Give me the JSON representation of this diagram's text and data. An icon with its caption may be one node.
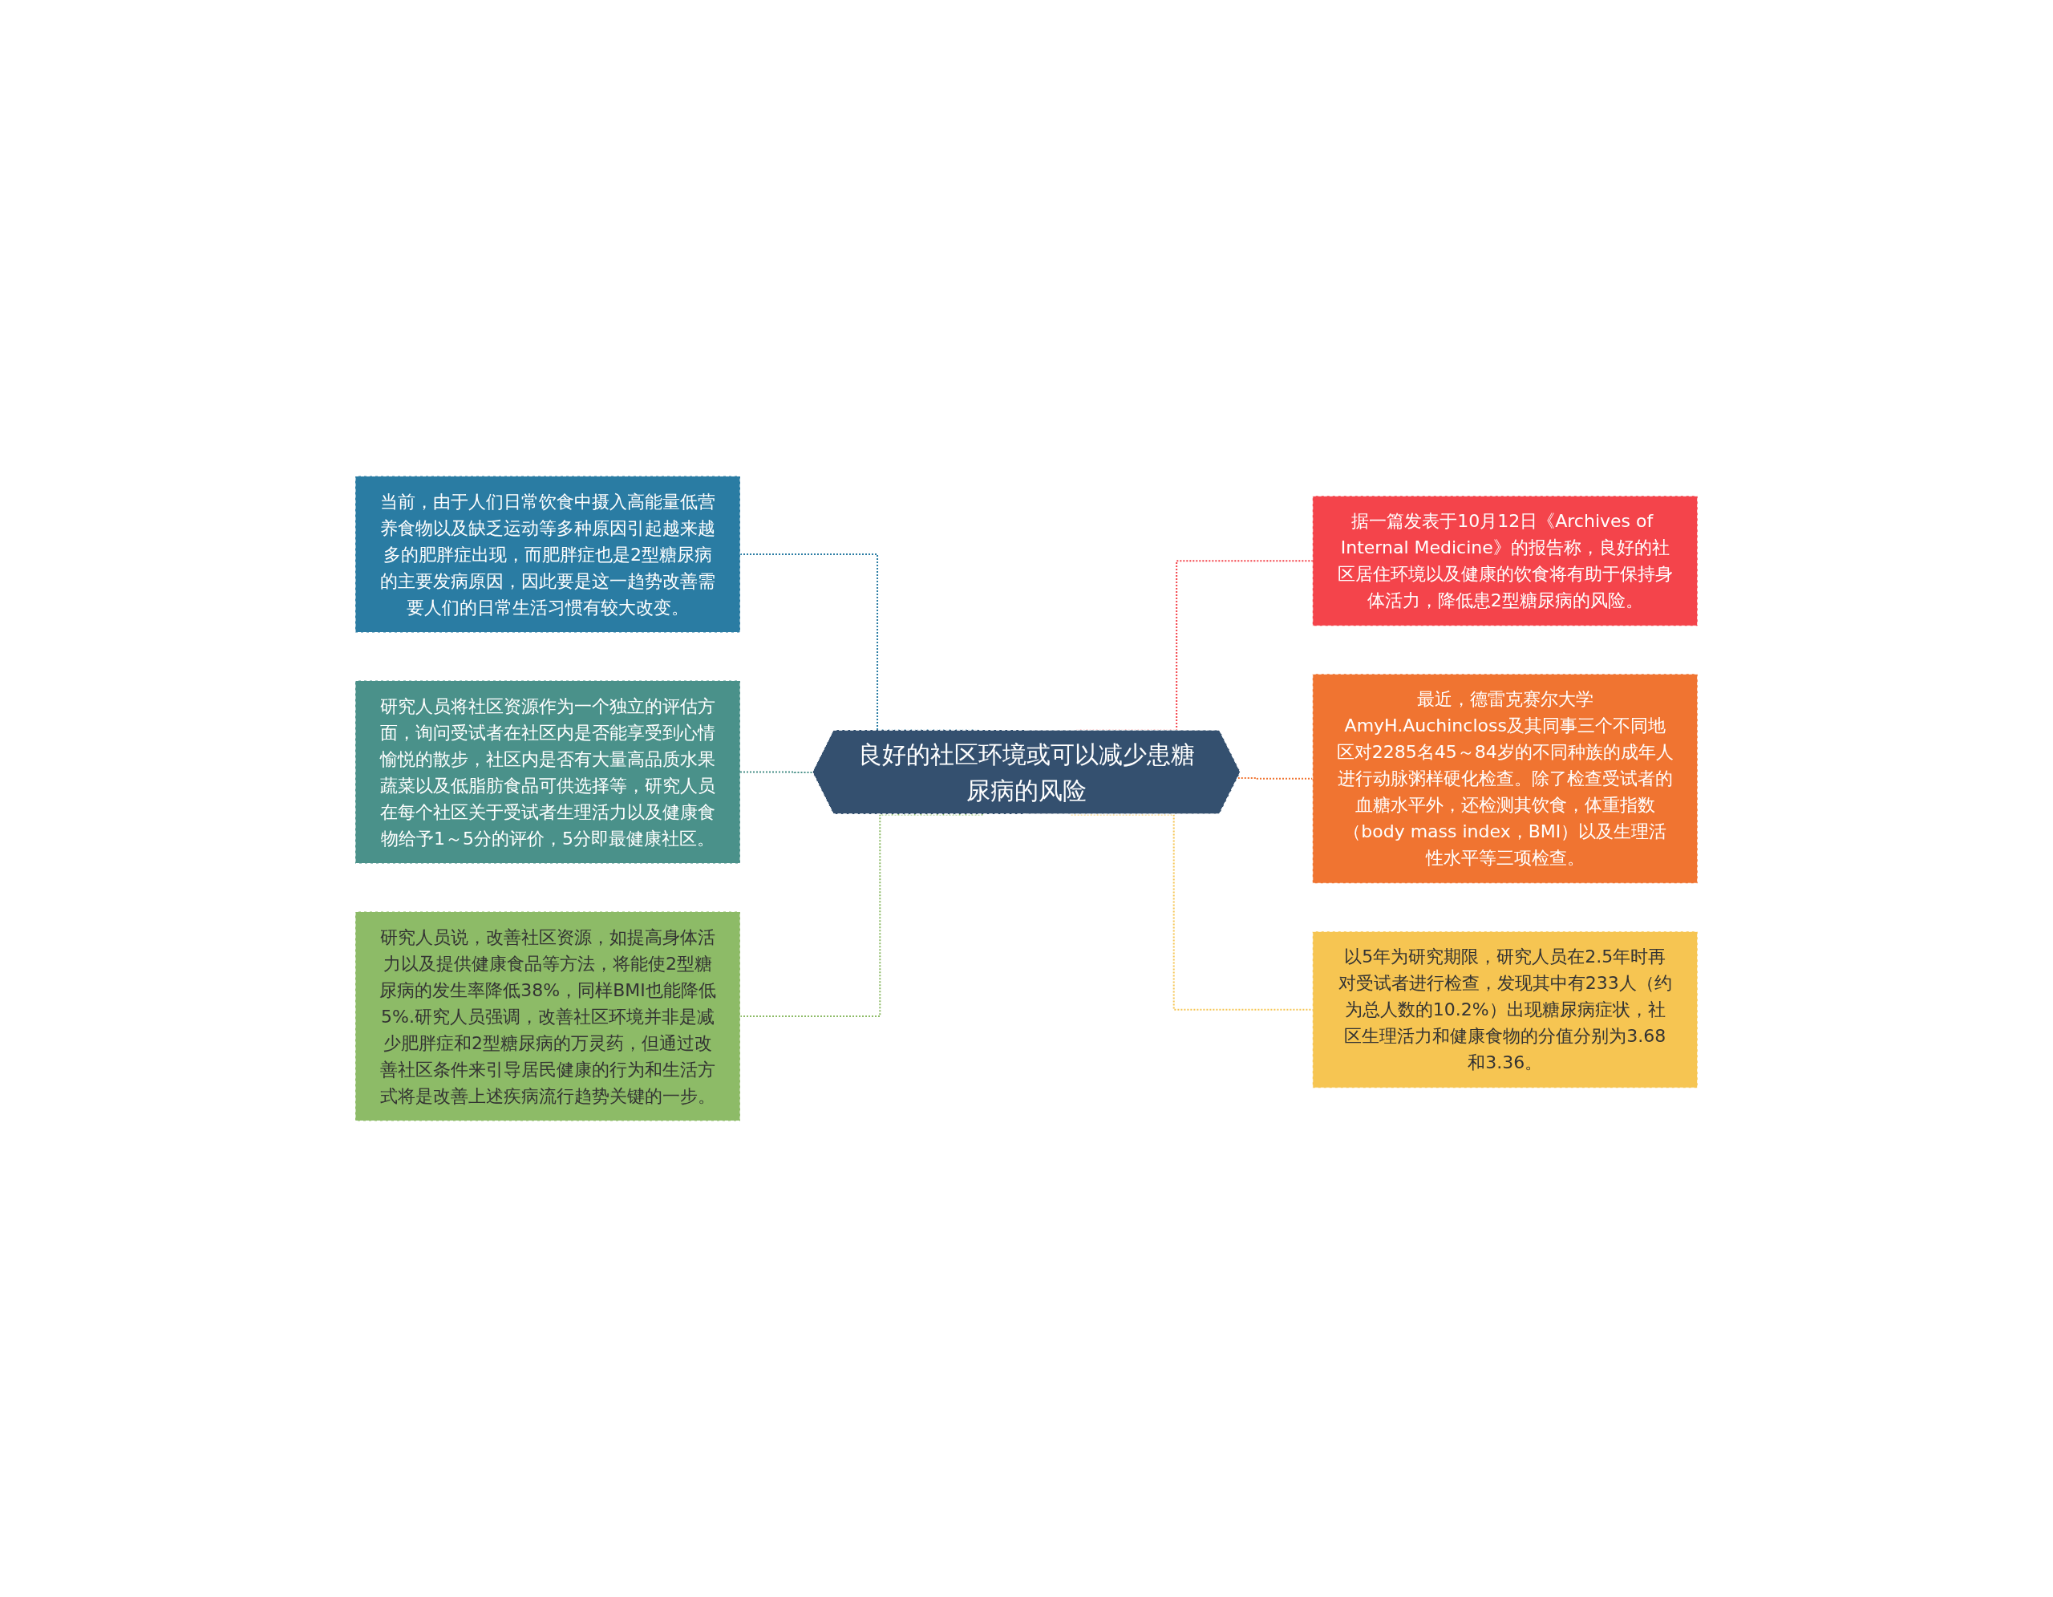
{
  "diagram": {
    "nodes": [
      {
        "text": [
          "良好的社区环境或可以减少患糖尿病的风险"
        ]
      },
      {
        "text": [
          "当前，由于人们日常饮食中摄入高能量低营养食物以及缺乏运动等多种原因引起越来越多的肥胖症出现，而肥胖症也是2型糖尿病的主要发病原因，因此要是这一趋势改善需要人们的日常生活习惯有较大改变。"
        ]
      },
      {
        "text": [
          "研究人员将社区资源作为一个独立的评估方面，询问受试者在社区内是否能享受到心情愉悦的散步，社区内是否有大量高品质水果蔬菜以及低脂肪食品可供选择等，研究人员在每个社区关于受试者生理活力以及健康食物给予1～5分的评价，5分即最健康社区。"
        ]
      },
      {
        "text": [
          "研究人员说，改善社区资源，如提高身体活力以及提供健康食品等方法，将能使2型糖尿病的发生率降低38%，同样BMI也能降低5%.研究人员强调，改善社区环境并非是减少肥胖症和2型糖尿病的万灵药，但通过改善社区条件来引导居民健康的行为和生活方式将是改善上述疾病流行趋势关键的一步。"
        ]
      },
      {
        "text": [
          "据一篇发表于10月12日《Archives of Internal Medicine》的报告称，良好的社区居住环境以及健康的饮食将有助于保持身体活力，降低患2型糖尿病的风险。"
        ]
      },
      {
        "text": [
          "最近，德雷克赛尔大学AmyH.Auchincloss及其同事三个不同地区对2285名45～84岁的不同种族的成年人进行动脉粥样硬化检查。除了检查受试者的血糖水平外，还检测其饮食，体重指数（body mass index，BMI）以及生理活性水平等三项检查。"
        ]
      },
      {
        "text": [
          "以5年为研究期限，研究人员在2.5年时再对受试者进行检查，发现其中有233人（约为总人数的10.2%）出现糖尿病症状，社区生理活力和健康食物的分值分别为3.68和3.36。"
        ]
      }
    ],
    "edges": [
      {
        "from": 0,
        "to": 1,
        "arrow": "none",
        "style": "dashed",
        "color": "#2a7ca3"
      },
      {
        "from": 0,
        "to": 2,
        "arrow": "none",
        "style": "dashed",
        "color": "#4a918a"
      },
      {
        "from": 0,
        "to": 3,
        "arrow": "none",
        "style": "dashed",
        "color": "#8dbb67"
      },
      {
        "from": 0,
        "to": 4,
        "arrow": "none",
        "style": "dashed",
        "color": "#f4444b"
      },
      {
        "from": 0,
        "to": 5,
        "arrow": "none",
        "style": "dashed",
        "color": "#f07431"
      },
      {
        "from": 0,
        "to": 6,
        "arrow": "none",
        "style": "dashed",
        "color": "#f6c552"
      }
    ]
  }
}
